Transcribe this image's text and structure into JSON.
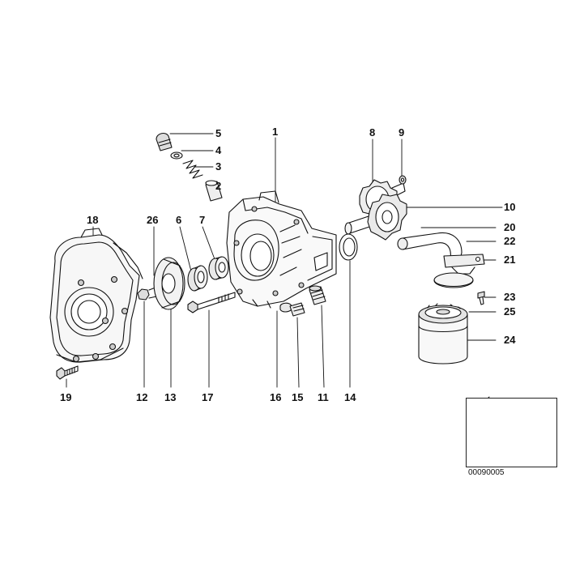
{
  "parts": {
    "p1": "1",
    "p2": "2",
    "p3": "3",
    "p4": "4",
    "p5": "5",
    "p6": "6",
    "p7": "7",
    "p8": "8",
    "p9": "9",
    "p10": "10",
    "p11": "11",
    "p12": "12",
    "p13": "13",
    "p14": "14",
    "p15": "15",
    "p16": "16",
    "p17": "17",
    "p18": "18",
    "p19": "19",
    "p20": "20",
    "p21": "21",
    "p22": "22",
    "p23": "23",
    "p24": "24",
    "p25": "25",
    "p26": "26"
  },
  "reference_code": "00090005",
  "colors": {
    "line": "#111111",
    "background": "#ffffff"
  },
  "icons": {
    "thumbnail": "motorcycle-icon"
  }
}
